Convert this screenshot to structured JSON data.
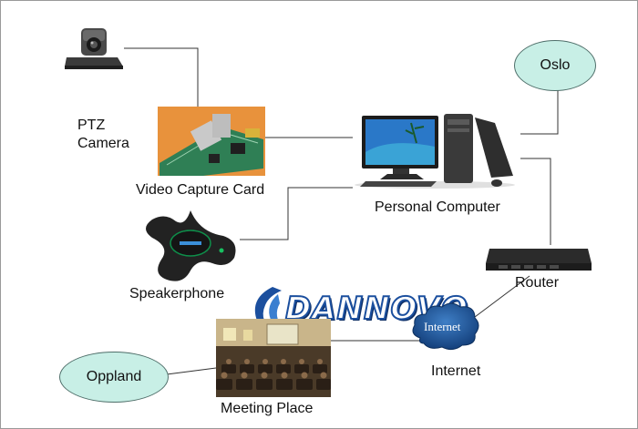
{
  "logo": {
    "text": "DANNOVO"
  },
  "labels": {
    "ptz_camera": "PTZ\nCamera",
    "video_capture_card": "Video Capture Card",
    "personal_computer": "Personal Computer",
    "speakerphone": "Speakerphone",
    "router": "Router",
    "internet": "Internet",
    "internet_cloud": "Internet",
    "meeting_place": "Meeting Place"
  },
  "locations": {
    "oslo": "Oslo",
    "oppland": "Oppland"
  },
  "colors": {
    "bubble_fill": "#c8efe6",
    "line": "#333333",
    "logo_blue": "#1b4f9e"
  },
  "icons": [
    "ptz-camera-icon",
    "capture-card-icon",
    "computer-icon",
    "speakerphone-icon",
    "router-icon",
    "cloud-icon",
    "meeting-room-icon"
  ]
}
